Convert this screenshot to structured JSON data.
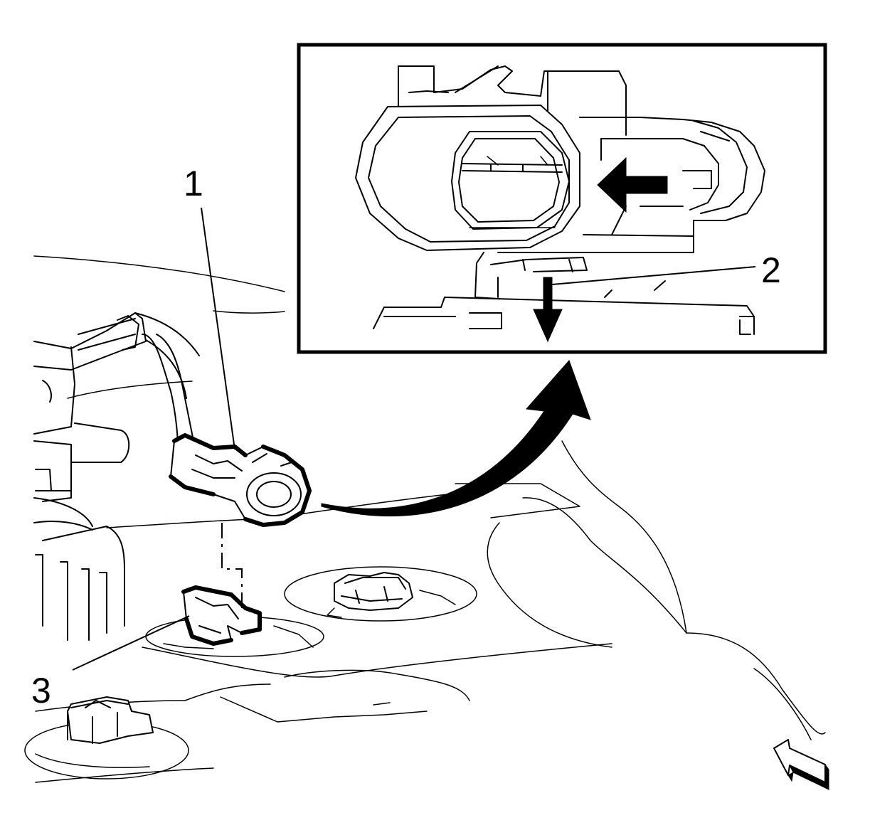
{
  "callouts": {
    "one": "1",
    "two": "2",
    "three": "3"
  },
  "colors": {
    "line": "#000000",
    "background": "#ffffff"
  },
  "icons": {
    "direction_arrow": "arrow-left-icon",
    "release_arrow": "arrow-down-icon",
    "view_arrow": "view-direction-arrow-icon",
    "detail_arrow": "curved-arrow-icon"
  }
}
